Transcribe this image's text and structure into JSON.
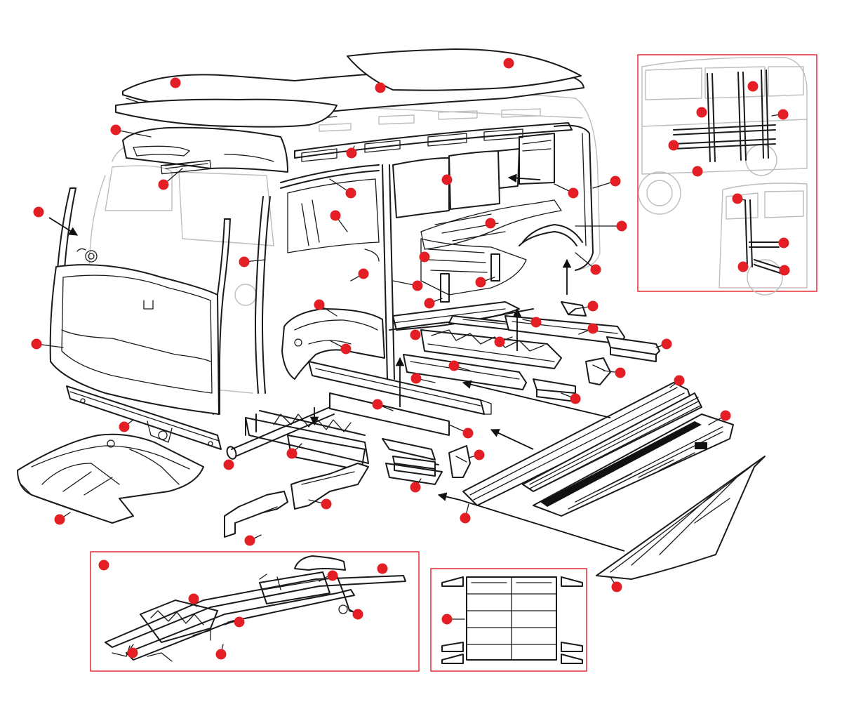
{
  "colors": {
    "marker": "#e31e24",
    "frame": "#e31e24",
    "line": "#1a1a1a",
    "ghost": "#bdbdbd"
  },
  "icons": {
    "marker": "red-dot-icon",
    "arrow": "arrow-icon"
  },
  "sections": [
    {
      "name": "main-exploded-body"
    },
    {
      "name": "inset-side-panel-detail"
    },
    {
      "name": "inset-rear-corner-detail"
    },
    {
      "name": "inset-chassis-frame"
    },
    {
      "name": "inset-floor-frame"
    }
  ]
}
